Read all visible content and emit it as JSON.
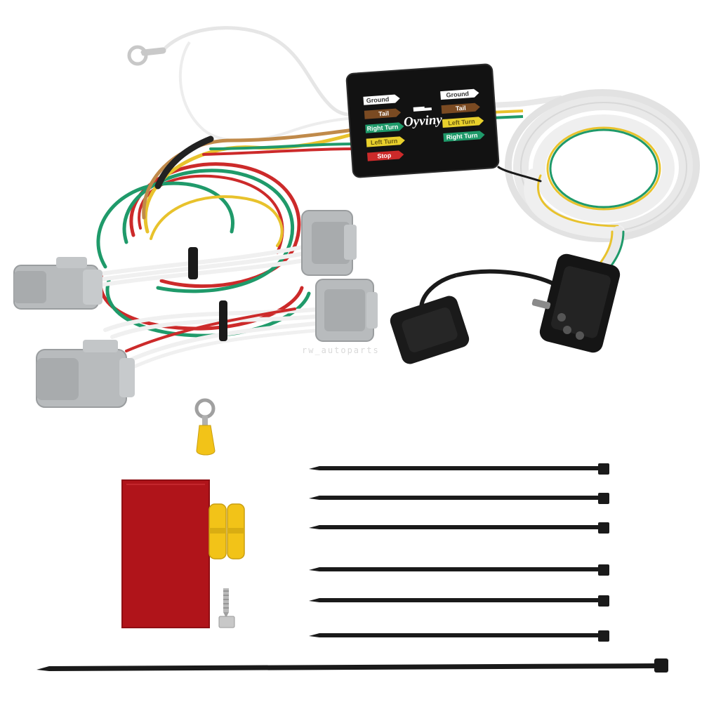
{
  "module": {
    "brand": "Oyviny",
    "left_labels": [
      "Ground",
      "Tail",
      "Right Turn",
      "Left Turn",
      "Stop"
    ],
    "right_labels": [
      "Ground",
      "Tail",
      "Left Turn",
      "Right Turn"
    ]
  },
  "watermark": "rw_autoparts",
  "colors": {
    "module_body": "#121212",
    "wire_white": "#f2f2f2",
    "wire_brown": "#c08a4a",
    "wire_yellow": "#e8c22c",
    "wire_green": "#1f9a6a",
    "wire_red": "#cc2a2a",
    "connector_gray": "#b8bbbd",
    "adhesive_pad": "#b0141a",
    "butt_connector": "#f2c318",
    "zip_tie": "#1a1a1a"
  },
  "parts": {
    "zip_ties_short": 6,
    "zip_ties_long": 1,
    "butt_connectors": 2,
    "ring_terminals": 1,
    "screws": 1,
    "adhesive_pads": 1
  }
}
